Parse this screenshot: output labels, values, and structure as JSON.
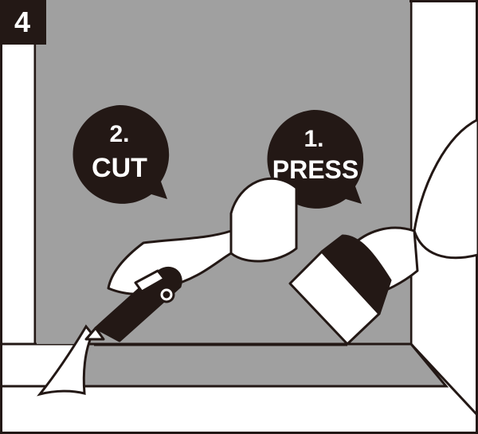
{
  "step_number": "4",
  "bubbles": {
    "cut": {
      "number": "2.",
      "label": "CUT"
    },
    "press": {
      "number": "1.",
      "label": "PRESS"
    }
  },
  "colors": {
    "ink": "#231815",
    "panel": "#a0a0a0",
    "paper": "#ffffff"
  }
}
